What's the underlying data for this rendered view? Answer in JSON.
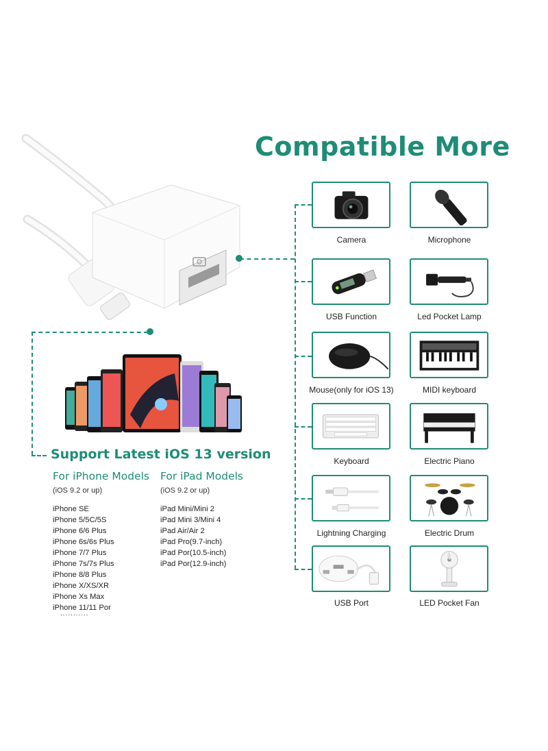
{
  "header": {
    "title": "Compatible More"
  },
  "devices": [
    {
      "label": "Camera",
      "icon": "camera-icon"
    },
    {
      "label": "Microphone",
      "icon": "microphone-icon"
    },
    {
      "label": "USB Function",
      "icon": "usb-stick-icon"
    },
    {
      "label": "Led Pocket Lamp",
      "icon": "flashlight-icon"
    },
    {
      "label": "Mouse(only for iOS 13)",
      "icon": "mouse-icon"
    },
    {
      "label": "MIDI keyboard",
      "icon": "midi-keyboard-icon"
    },
    {
      "label": "Keyboard",
      "icon": "keyboard-icon"
    },
    {
      "label": "Electric Piano",
      "icon": "piano-icon"
    },
    {
      "label": "Lightning Charging",
      "icon": "lightning-cable-icon"
    },
    {
      "label": "Electric Drum",
      "icon": "drum-icon"
    },
    {
      "label": "USB Port",
      "icon": "usb-hub-icon"
    },
    {
      "label": "LED Pocket Fan",
      "icon": "fan-icon"
    }
  ],
  "support": {
    "headline": "Support Latest iOS 13 version",
    "iphone": {
      "heading": "For iPhone Models",
      "note": "(iOS 9.2 or up)",
      "models": [
        "iPhone SE",
        "iPhone 5/5C/5S",
        "iPhone 6/6 Plus",
        "iPhone 6s/6s Plus",
        "iPhone 7/7 Plus",
        "iPhone 7s/7s Plus",
        "iPhone 8/8 Plus",
        "iPhone X/XS/XR",
        "iPhone Xs Max",
        "iPhone 11/11 Por"
      ],
      "more": "..........."
    },
    "ipad": {
      "heading": "For iPad Models",
      "note": "(iOS 9.2 or up)",
      "models": [
        "iPad Mini/Mini 2",
        "iPad Mini 3/Mini 4",
        "iPad Air/Air 2",
        "iPad Pro(9.7-inch)",
        "iPad Por(10.5-inch)",
        "iPad Por(12.9-inch)"
      ]
    }
  },
  "colors": {
    "accent": "#1e8c76"
  }
}
